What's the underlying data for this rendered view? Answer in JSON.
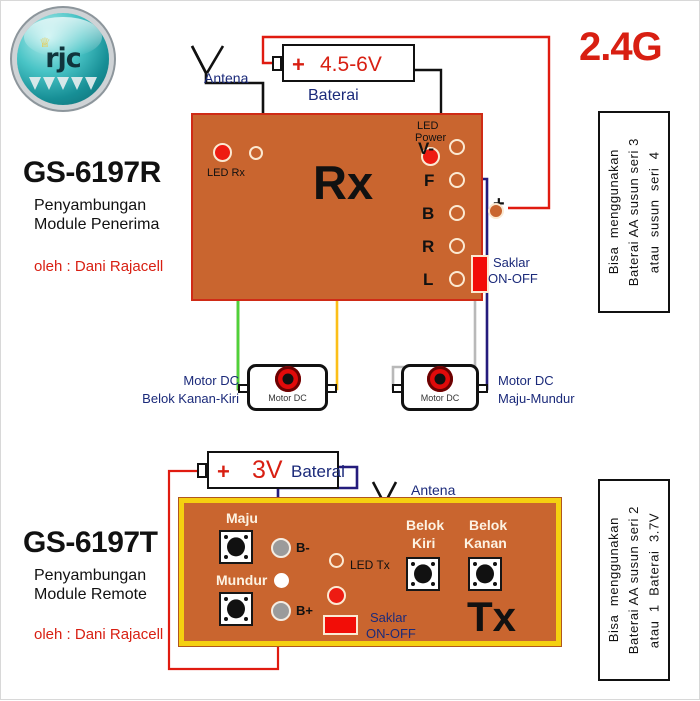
{
  "logo": {
    "text": "rjc",
    "crown_icon": "crown-icon"
  },
  "rx_section": {
    "model": "GS-6197R",
    "subtitle_line1": "Penyambungan",
    "subtitle_line2": "Module Penerima",
    "author": "oleh : Dani Rajacell",
    "board_label": "Rx",
    "antenna_label": "Antena",
    "battery": {
      "polarity": "+",
      "voltage": "4.5-6V",
      "label": "Baterai"
    },
    "freq_badge": "2.4G",
    "led_rx_label": "LED Rx",
    "led_power_label_line1": "LED",
    "led_power_label_line2": "Power",
    "plus_terminal": "+",
    "switch_label_line1": "Saklar",
    "switch_label_line2": "ON-OFF",
    "terminals": [
      "V-",
      "F",
      "B",
      "R",
      "L"
    ],
    "note_box": "Bisa  menggunakan\nBaterai AA susun seri 3\natau  susun  seri  4"
  },
  "motors": [
    {
      "name": "Motor DC",
      "caption_line1": "Motor DC",
      "caption_line2": "Belok Kanan-Kiri"
    },
    {
      "name": "Motor DC",
      "caption_line1": "Motor DC",
      "caption_line2": "Maju-Mundur"
    }
  ],
  "tx_section": {
    "model": "GS-6197T",
    "subtitle_line1": "Penyambungan",
    "subtitle_line2": "Module Remote",
    "author": "oleh : Dani Rajacell",
    "board_label": "Tx",
    "antenna_label": "Antena",
    "battery": {
      "polarity": "+",
      "voltage": "3V",
      "label": "Baterai"
    },
    "buttons": [
      {
        "label": "Maju"
      },
      {
        "label": "Mundur"
      },
      {
        "label": "Belok\nKiri",
        "line1": "Belok",
        "line2": "Kiri"
      },
      {
        "label": "Belok\nKanan",
        "line1": "Belok",
        "line2": "Kanan"
      }
    ],
    "pad_minus": "B-",
    "pad_plus": "B+",
    "led_tx_label": "LED Tx",
    "switch_label_line1": "Saklar",
    "switch_label_line2": "ON-OFF",
    "note_box": "Bisa  menggunakan\nBaterai AA susun seri 2\natau  1  Baterai  3.7V"
  },
  "colors": {
    "board": "#c9652f",
    "board_border_rx": "#cf2b16",
    "board_border_tx": "#f5d010",
    "wire_red": "#e01b10",
    "wire_green": "#4fd13a",
    "wire_green_dark": "#64a81f",
    "wire_yellow": "#fcbf18",
    "wire_gray": "#b9b9b9",
    "wire_navy": "#241c7c",
    "wire_black": "#111111",
    "accent_red": "#d81f12",
    "text_navy": "#1b2a7a"
  }
}
